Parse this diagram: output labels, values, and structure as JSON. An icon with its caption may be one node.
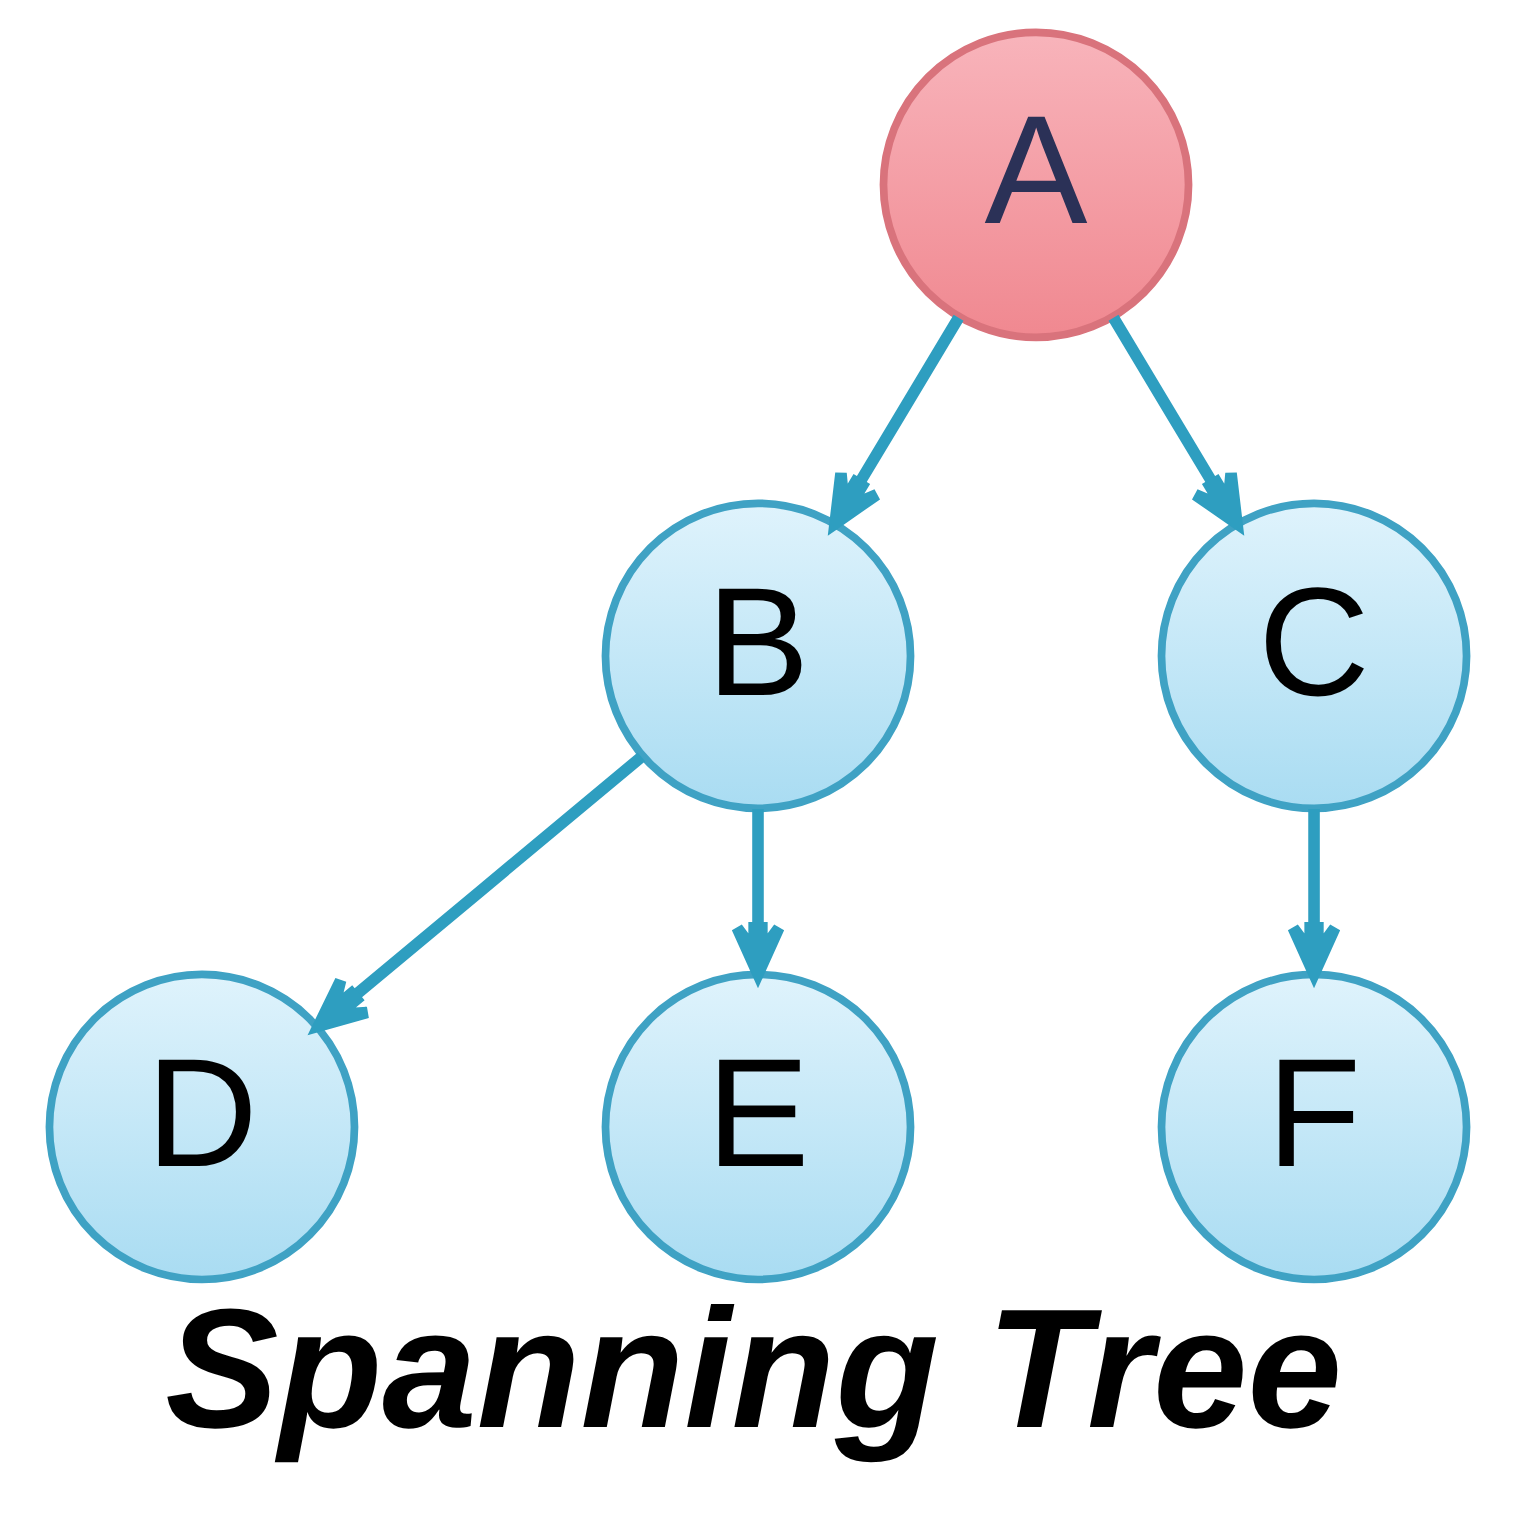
{
  "diagram": {
    "caption": "Spanning Tree",
    "nodes": [
      {
        "text": [
          "A"
        ]
      },
      {
        "text": [
          "B"
        ]
      },
      {
        "text": [
          "C"
        ]
      },
      {
        "text": [
          "D"
        ]
      },
      {
        "text": [
          "E"
        ]
      },
      {
        "text": [
          "F"
        ]
      }
    ],
    "edges": [
      {
        "from": 0,
        "to": 1,
        "arrow": "to"
      },
      {
        "from": 0,
        "to": 2,
        "arrow": "to"
      },
      {
        "from": 1,
        "to": 3,
        "arrow": "to"
      },
      {
        "from": 1,
        "to": 4,
        "arrow": "to"
      },
      {
        "from": 2,
        "to": 5,
        "arrow": "to"
      }
    ]
  }
}
